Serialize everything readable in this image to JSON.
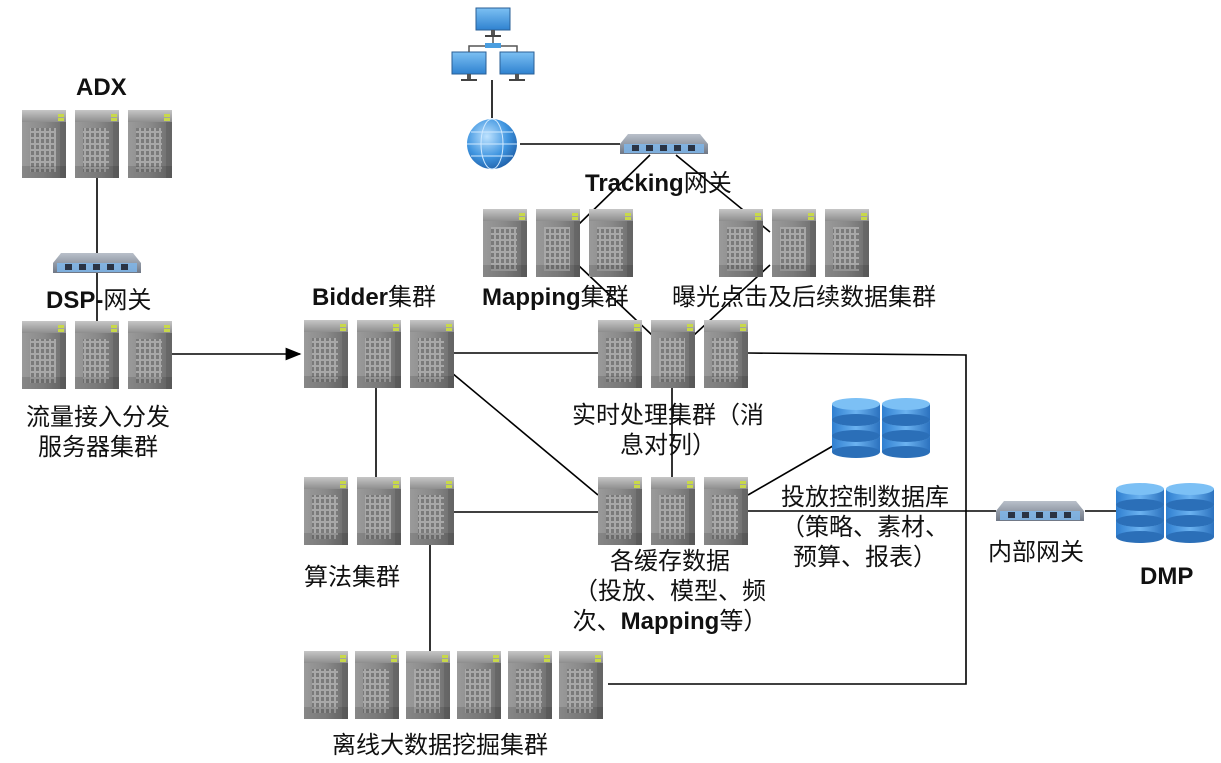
{
  "title": "DSP系统架构图",
  "labels": {
    "adx": "ADX",
    "dsp_gateway_en": "DSP-",
    "dsp_gateway_cn": "网关",
    "traffic_line1": "流量接入分发",
    "traffic_line2": "服务器集群",
    "bidder_en": "Bidder",
    "bidder_cn": "集群",
    "tracking_en": "Tracking",
    "tracking_cn": "网关",
    "mapping_en": "Mapping",
    "mapping_cn": "集群",
    "impression": "曝光点击及后续数据集群",
    "realtime_line1": "实时处理集群（消",
    "realtime_line2": "息对列）",
    "algo": "算法集群",
    "cache_line1": "各缓存数据",
    "cache_line2": "（投放、模型、频",
    "cache_line3_pre": "次、",
    "cache_line3_bold": "Mapping",
    "cache_line3_post": "等）",
    "delivery_db_line1": "投放控制数据库",
    "delivery_db_line2": "（策略、素材、",
    "delivery_db_line3": "预算、报表）",
    "internal_gateway": "内部网关",
    "dmp": "DMP",
    "offline": "离线大数据挖掘集群"
  },
  "icons": {
    "server": "server-tower-icon",
    "switch": "network-switch-icon",
    "globe": "internet-globe-icon",
    "computers": "computer-network-icon",
    "database": "database-icon"
  },
  "colors": {
    "server_body": "#8a8a8a",
    "server_dark": "#5e5e5e",
    "server_led": "#c8d84a",
    "switch_body": "#8c95a3",
    "switch_port": "#7fb6ea",
    "db_blue": "#3f8fdc",
    "monitor_blue": "#4a9ee0",
    "line": "#000000"
  },
  "clusters": [
    {
      "id": "adx",
      "servers": 3
    },
    {
      "id": "traffic",
      "servers": 3
    },
    {
      "id": "bidder",
      "servers": 3
    },
    {
      "id": "mapping",
      "servers": 3
    },
    {
      "id": "impression",
      "servers": 3
    },
    {
      "id": "realtime",
      "servers": 3
    },
    {
      "id": "algo",
      "servers": 3
    },
    {
      "id": "cache",
      "servers": 3
    },
    {
      "id": "offline",
      "servers": 6
    }
  ]
}
